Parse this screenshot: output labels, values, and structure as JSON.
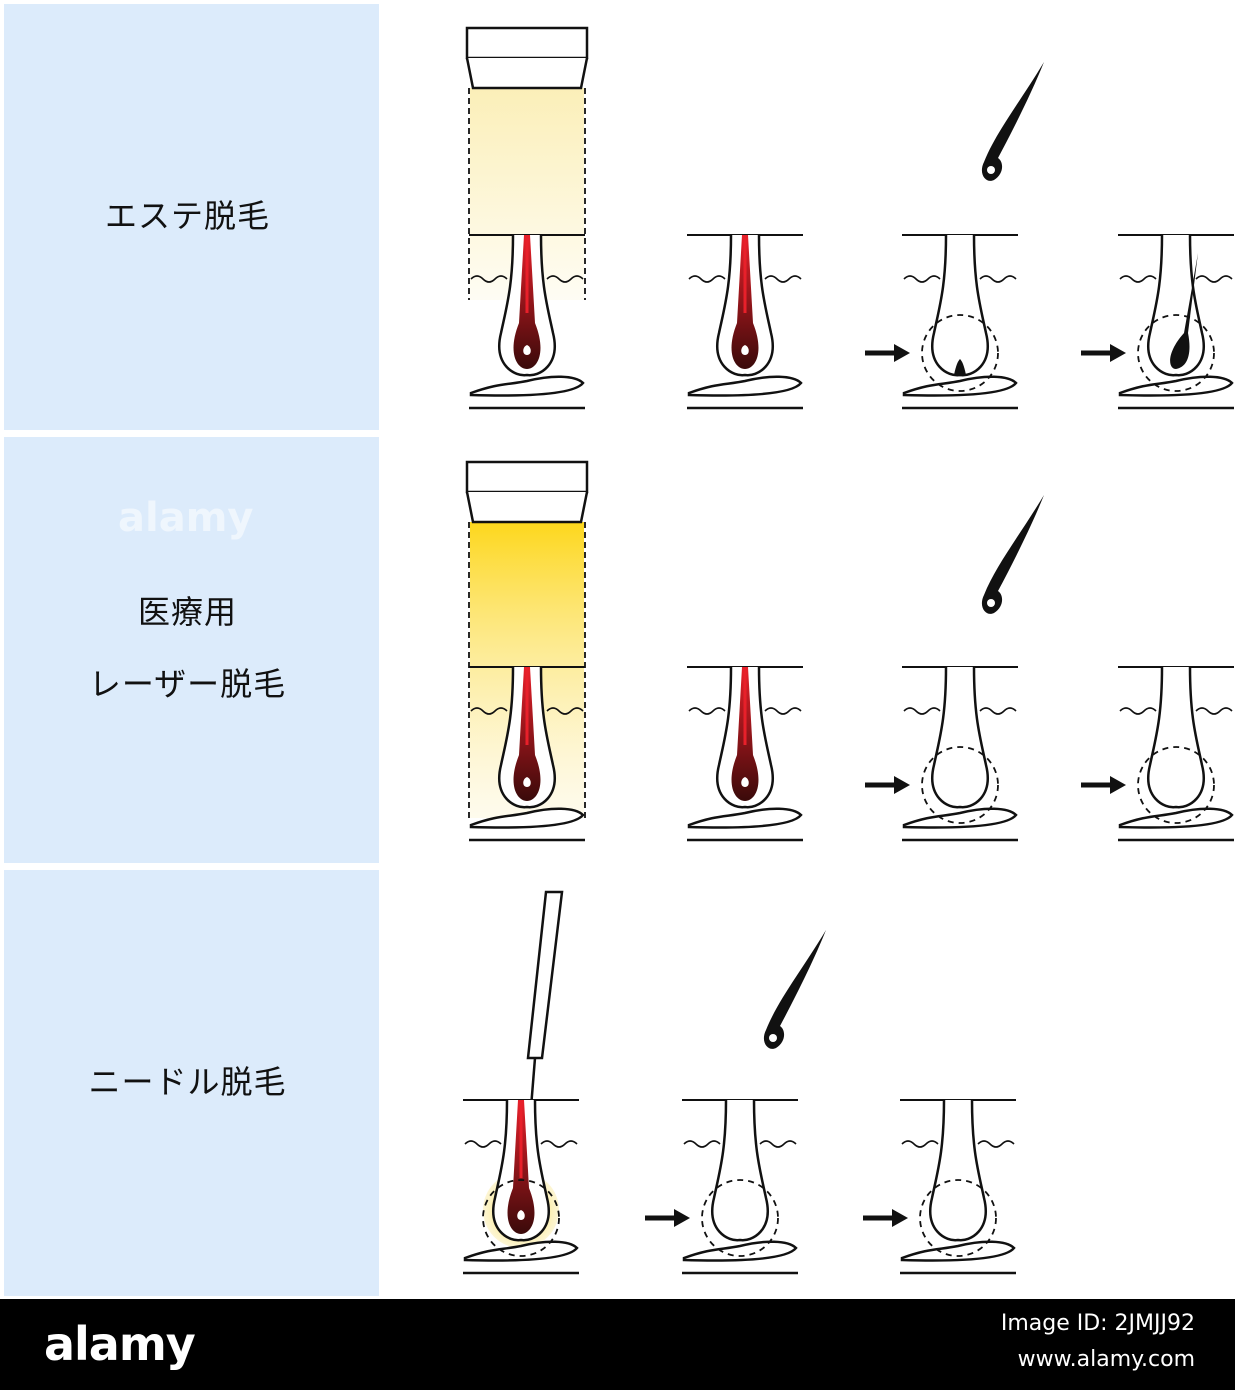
{
  "rows": [
    {
      "label": "エステ脱毛"
    },
    {
      "label_lines": [
        "医療用",
        "レーザー脱毛"
      ]
    },
    {
      "label": "ニードル脱毛"
    }
  ],
  "colors": {
    "panel": "#dcebfb",
    "hair_red": "#e8202a",
    "bulb_dark": "#3a0a0a",
    "light_pale": "#fbefb8",
    "light_strong": "#fdd71c",
    "outline": "#111111"
  },
  "footer": {
    "brand": "alamy",
    "image_id": "Image ID: 2JMJJ92",
    "url": "www.alamy.com"
  },
  "watermark": {
    "text": "alamy"
  }
}
